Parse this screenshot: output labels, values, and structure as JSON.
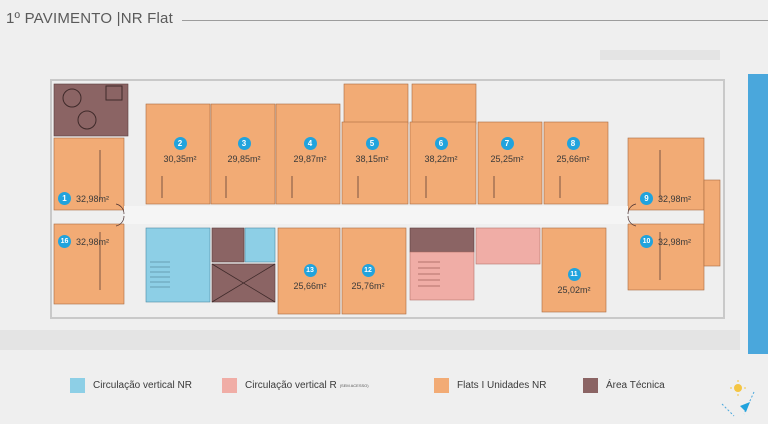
{
  "title": "1º PAVIMENTO |NR Flat",
  "colors": {
    "flat": "#f2ab75",
    "tecnica": "#8b6464",
    "circ_nr": "#8dcfe6",
    "circ_r": "#f0ada6",
    "number_badge": "#21a3dd",
    "accent_bar": "#4aa7dc"
  },
  "units": [
    {
      "number": "1",
      "area": "32,98m²"
    },
    {
      "number": "2",
      "area": "30,35m²"
    },
    {
      "number": "3",
      "area": "29,85m²"
    },
    {
      "number": "4",
      "area": "29,87m²"
    },
    {
      "number": "5",
      "area": "38,15m²"
    },
    {
      "number": "6",
      "area": "38,22m²"
    },
    {
      "number": "7",
      "area": "25,25m²"
    },
    {
      "number": "8",
      "area": "25,66m²"
    },
    {
      "number": "9",
      "area": "32,98m²"
    },
    {
      "number": "10",
      "area": "32,98m²"
    },
    {
      "number": "11",
      "area": "25,02m²"
    },
    {
      "number": "12",
      "area": "25,76m²"
    },
    {
      "number": "13",
      "area": "25,66m²"
    },
    {
      "number": "16",
      "area": "32,98m²"
    }
  ],
  "legend": [
    {
      "label": "Circulação vertical NR",
      "small": "",
      "color": "#8dcfe6"
    },
    {
      "label": "Circulação vertical R",
      "small": "(SEM ACESSO)",
      "color": "#f0ada6"
    },
    {
      "label": "Flats I Unidades NR",
      "small": "",
      "color": "#f2ab75"
    },
    {
      "label": "Área Técnica",
      "small": "",
      "color": "#8b6464"
    }
  ],
  "icons": [
    "compass-icon"
  ]
}
